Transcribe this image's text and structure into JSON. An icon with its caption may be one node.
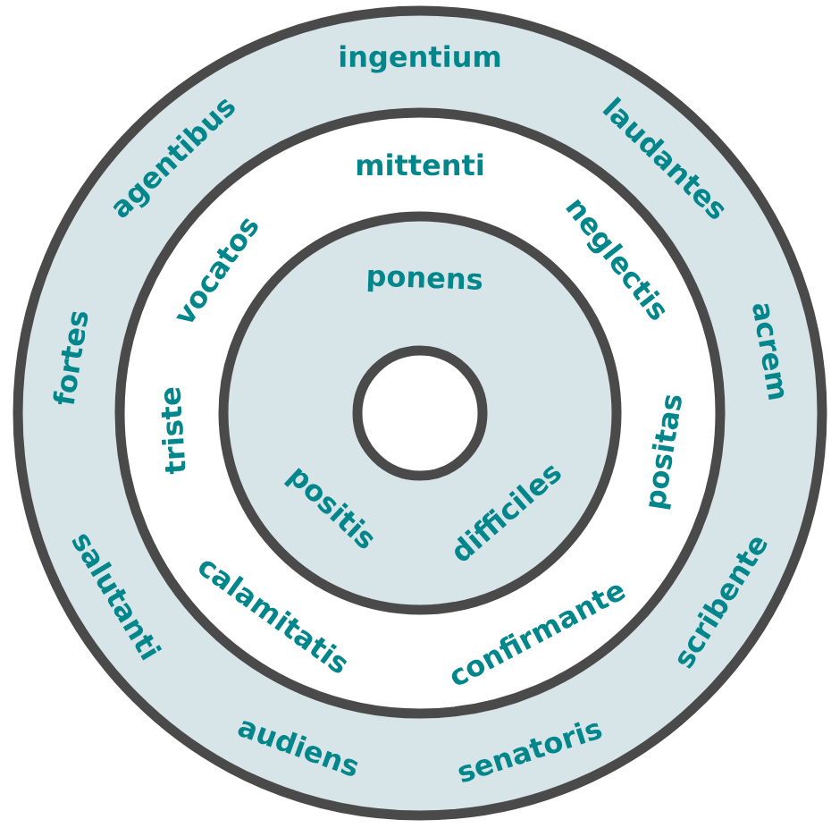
{
  "diagram": {
    "nodes": [
      {
        "text": [
          "ingentium",
          "laudantes",
          "acrem",
          "scribente",
          "senatoris",
          "audiens",
          "salutanti",
          "fortes",
          "agentibus"
        ]
      },
      {
        "text": [
          "mittenti",
          "neglectis",
          "positas",
          "confirmante",
          "calamitatis",
          "triste",
          "vocatos"
        ],
        "in": 0
      },
      {
        "text": [
          "ponens",
          "difficiles",
          "positis"
        ],
        "in": 1
      },
      {
        "text": [],
        "shape": "circle",
        "in": 2
      }
    ]
  }
}
